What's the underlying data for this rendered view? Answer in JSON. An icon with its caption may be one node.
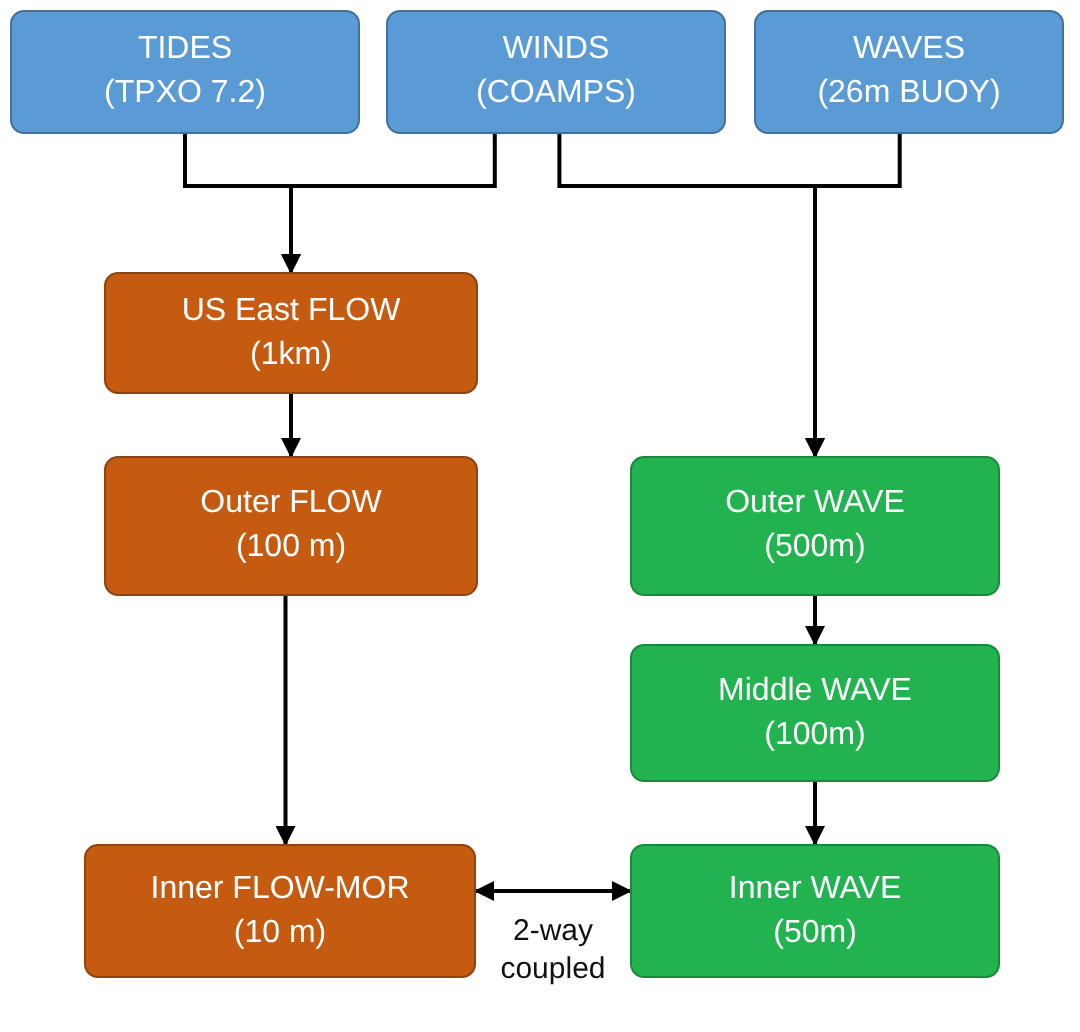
{
  "diagram": {
    "nodes": [
      {
        "text": [
          "TIDES",
          "(TPXO 7.2)"
        ]
      },
      {
        "text": [
          "WINDS",
          "(COAMPS)"
        ]
      },
      {
        "text": [
          "WAVES",
          "(26m BUOY)"
        ]
      },
      {
        "text": [
          "US East FLOW",
          "(1km)"
        ]
      },
      {
        "text": [
          "Outer FLOW",
          "(100 m)"
        ]
      },
      {
        "text": [
          "Outer WAVE",
          "(500m)"
        ]
      },
      {
        "text": [
          "Middle WAVE",
          "(100m)"
        ]
      },
      {
        "text": [
          "Inner FLOW-MOR",
          "(10 m)"
        ]
      },
      {
        "text": [
          "Inner WAVE",
          "(50m)"
        ]
      }
    ],
    "edges": [
      {
        "from": 0,
        "to": 3,
        "arrow": "to"
      },
      {
        "from": 1,
        "to": 3,
        "arrow": "to"
      },
      {
        "from": 1,
        "to": 5,
        "arrow": "to"
      },
      {
        "from": 2,
        "to": 5,
        "arrow": "to"
      },
      {
        "from": 3,
        "to": 4,
        "arrow": "to"
      },
      {
        "from": 4,
        "to": 7,
        "arrow": "to"
      },
      {
        "from": 5,
        "to": 6,
        "arrow": "to"
      },
      {
        "from": 6,
        "to": 8,
        "arrow": "to"
      },
      {
        "from": 7,
        "to": 8,
        "arrow": "both",
        "label": "2-way coupled"
      }
    ]
  }
}
